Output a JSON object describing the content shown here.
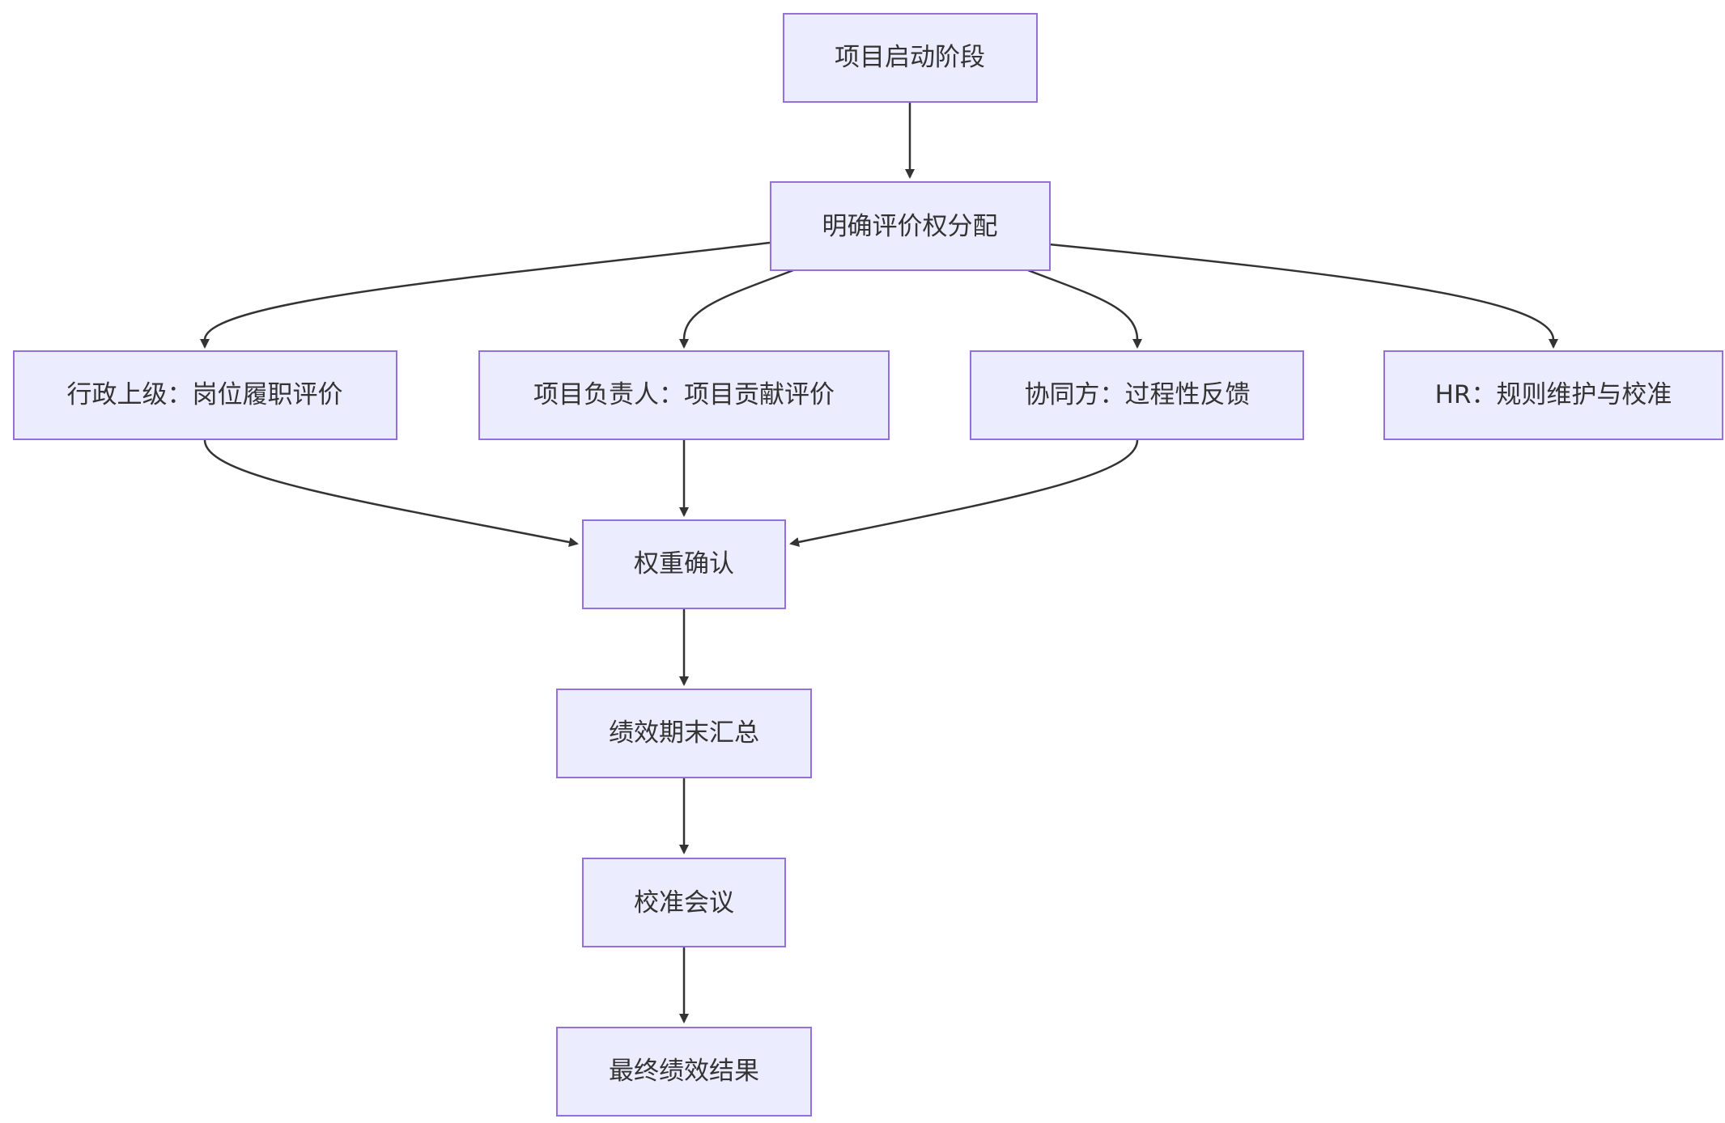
{
  "diagram": {
    "type": "flowchart",
    "direction": "top-down",
    "colors": {
      "node_fill": "#ECECFF",
      "node_stroke": "#9370DB",
      "edge": "#333333",
      "text": "#333333"
    },
    "nodes": [
      {
        "id": "start",
        "label": "项目启动阶段"
      },
      {
        "id": "assign",
        "label": "明确评价权分配"
      },
      {
        "id": "admin",
        "label": "行政上级：岗位履职评价"
      },
      {
        "id": "pm",
        "label": "项目负责人：项目贡献评价"
      },
      {
        "id": "peer",
        "label": "协同方：过程性反馈"
      },
      {
        "id": "hr",
        "label": "HR：规则维护与校准"
      },
      {
        "id": "weight",
        "label": "权重确认"
      },
      {
        "id": "summary",
        "label": "绩效期末汇总"
      },
      {
        "id": "calib",
        "label": "校准会议"
      },
      {
        "id": "final",
        "label": "最终绩效结果"
      }
    ],
    "edges": [
      {
        "from": "start",
        "to": "assign"
      },
      {
        "from": "assign",
        "to": "admin"
      },
      {
        "from": "assign",
        "to": "pm"
      },
      {
        "from": "assign",
        "to": "peer"
      },
      {
        "from": "assign",
        "to": "hr"
      },
      {
        "from": "admin",
        "to": "weight"
      },
      {
        "from": "pm",
        "to": "weight"
      },
      {
        "from": "peer",
        "to": "weight"
      },
      {
        "from": "weight",
        "to": "summary"
      },
      {
        "from": "summary",
        "to": "calib"
      },
      {
        "from": "calib",
        "to": "final"
      }
    ]
  }
}
